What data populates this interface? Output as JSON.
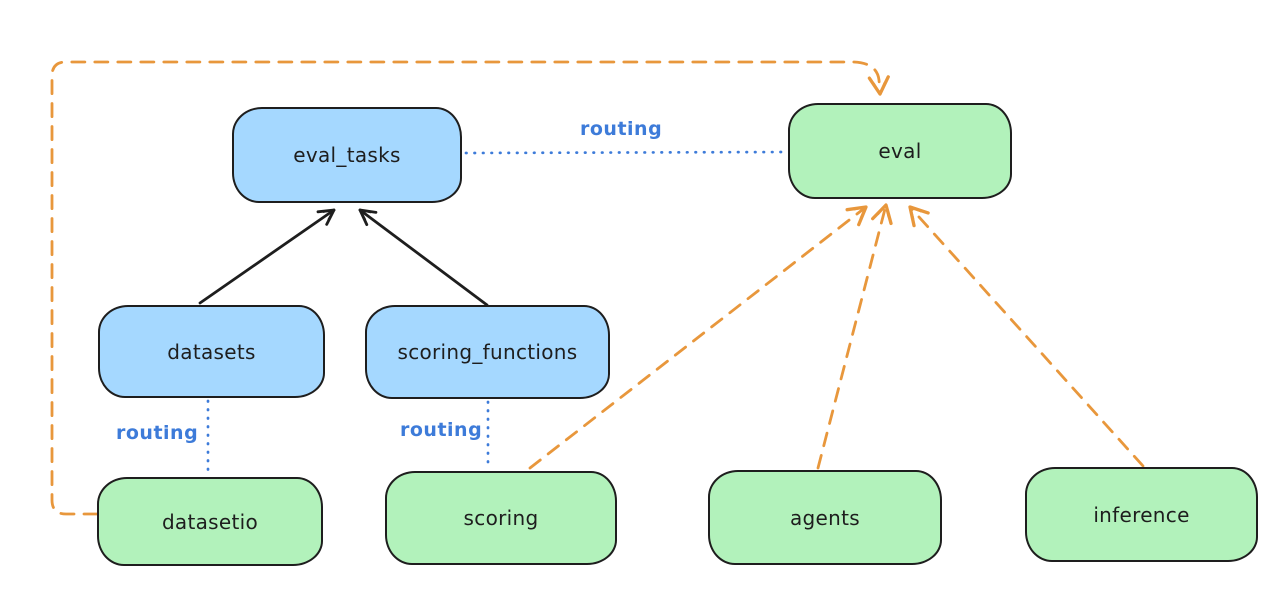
{
  "diagram": {
    "type": "flow-diagram",
    "background": "#ffffff",
    "nodes": {
      "eval_tasks": {
        "label": "eval_tasks",
        "fill": "#a5d8ff"
      },
      "eval": {
        "label": "eval",
        "fill": "#b2f2bb"
      },
      "datasets": {
        "label": "datasets",
        "fill": "#a5d8ff"
      },
      "scoring_functions": {
        "label": "scoring_functions",
        "fill": "#a5d8ff"
      },
      "datasetio": {
        "label": "datasetio",
        "fill": "#b2f2bb"
      },
      "scoring": {
        "label": "scoring",
        "fill": "#b2f2bb"
      },
      "agents": {
        "label": "agents",
        "fill": "#b2f2bb"
      },
      "inference": {
        "label": "inference",
        "fill": "#b2f2bb"
      }
    },
    "edge_labels": {
      "eval_tasks_to_eval": {
        "text": "routing"
      },
      "datasets_to_datasetio": {
        "text": "routing"
      },
      "scoring_functions_to_scoring": {
        "text": "routing"
      }
    },
    "edges": [
      {
        "from": "datasets",
        "to": "eval_tasks",
        "style": "solid",
        "color": "#1e1e1e",
        "arrow": true
      },
      {
        "from": "scoring_functions",
        "to": "eval_tasks",
        "style": "solid",
        "color": "#1e1e1e",
        "arrow": true
      },
      {
        "from": "eval_tasks",
        "to": "eval",
        "style": "dotted",
        "color": "#3d7bd9",
        "arrow": false,
        "label": "routing"
      },
      {
        "from": "datasets",
        "to": "datasetio",
        "style": "dotted",
        "color": "#3d7bd9",
        "arrow": false,
        "label": "routing"
      },
      {
        "from": "scoring_functions",
        "to": "scoring",
        "style": "dotted",
        "color": "#3d7bd9",
        "arrow": false,
        "label": "routing"
      },
      {
        "from": "scoring",
        "to": "eval",
        "style": "dashed",
        "color": "#e8973c",
        "arrow": true
      },
      {
        "from": "agents",
        "to": "eval",
        "style": "dashed",
        "color": "#e8973c",
        "arrow": true
      },
      {
        "from": "inference",
        "to": "eval",
        "style": "dashed",
        "color": "#e8973c",
        "arrow": true
      },
      {
        "from": "datasetio",
        "to": "eval",
        "style": "dashed",
        "color": "#e8973c",
        "arrow": true,
        "route": "around-left-and-top"
      }
    ],
    "colors": {
      "blue_node_fill": "#a5d8ff",
      "green_node_fill": "#b2f2bb",
      "node_stroke": "#1e1e1e",
      "solid_edge": "#1e1e1e",
      "routing_edge": "#3d7bd9",
      "dashed_edge": "#e8973c"
    }
  }
}
